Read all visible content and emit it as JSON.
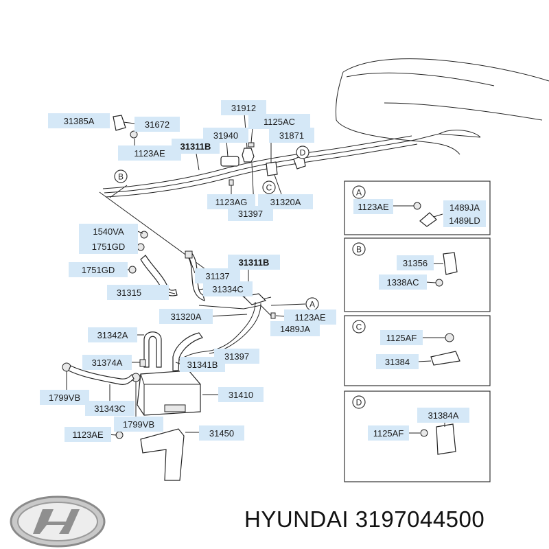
{
  "footer": {
    "brand": "HYUNDAI",
    "part_number": "3197044500",
    "logo_icon": "hyundai-logo"
  },
  "main_labels": [
    {
      "id": "l1",
      "text": "31385A"
    },
    {
      "id": "l2",
      "text": "31672"
    },
    {
      "id": "l3",
      "text": "1123AE"
    },
    {
      "id": "l4",
      "text": "31912"
    },
    {
      "id": "l5",
      "text": "1125AC"
    },
    {
      "id": "l6",
      "text": "31940"
    },
    {
      "id": "l7",
      "text": "31871"
    },
    {
      "id": "l8",
      "text": "31311B"
    },
    {
      "id": "l9",
      "text": "1123AG"
    },
    {
      "id": "l10",
      "text": "31320A"
    },
    {
      "id": "l11",
      "text": "31397"
    },
    {
      "id": "l12",
      "text": "1540VA"
    },
    {
      "id": "l13",
      "text": "1751GD"
    },
    {
      "id": "l14",
      "text": "1751GD"
    },
    {
      "id": "l15",
      "text": "31137"
    },
    {
      "id": "l16",
      "text": "31311B"
    },
    {
      "id": "l17",
      "text": "31334C"
    },
    {
      "id": "l18",
      "text": "31315"
    },
    {
      "id": "l19",
      "text": "31320A"
    },
    {
      "id": "l20",
      "text": "1123AE"
    },
    {
      "id": "l21",
      "text": "1489JA"
    },
    {
      "id": "l22",
      "text": "31342A"
    },
    {
      "id": "l23",
      "text": "31397"
    },
    {
      "id": "l24",
      "text": "31374A"
    },
    {
      "id": "l25",
      "text": "31341B"
    },
    {
      "id": "l26",
      "text": "1799VB"
    },
    {
      "id": "l27",
      "text": "31343C"
    },
    {
      "id": "l28",
      "text": "31410"
    },
    {
      "id": "l29",
      "text": "1799VB"
    },
    {
      "id": "l30",
      "text": "1123AE"
    },
    {
      "id": "l31",
      "text": "31450"
    }
  ],
  "reference_circles": [
    "B",
    "C",
    "D",
    "A"
  ],
  "detail_panels": [
    {
      "letter": "A",
      "labels": [
        "1123AE",
        "1489JA",
        "1489LD"
      ]
    },
    {
      "letter": "B",
      "labels": [
        "31356",
        "1338AC"
      ]
    },
    {
      "letter": "C",
      "labels": [
        "1125AF",
        "31384"
      ]
    },
    {
      "letter": "D",
      "labels": [
        "31384A",
        "1125AF"
      ]
    }
  ]
}
